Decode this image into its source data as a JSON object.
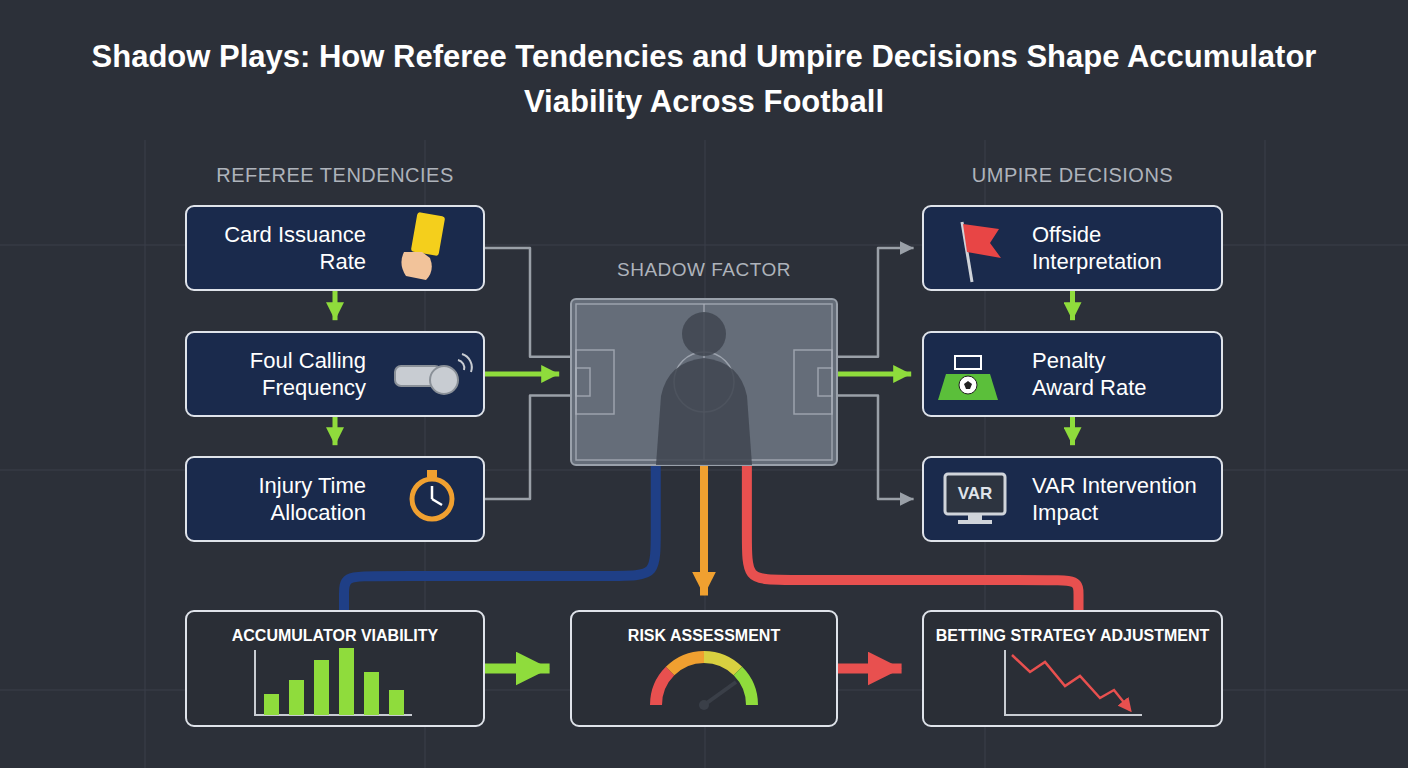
{
  "diagram": {
    "title": "Shadow Plays: How Referee Tendencies and Umpire Decisions Shape Accumulator Viability Across Football",
    "nodes": [
      {
        "text": [
          "Card Issuance Rate"
        ]
      },
      {
        "text": [
          "Foul Calling Frequency"
        ]
      },
      {
        "text": [
          "Injury Time Allocation"
        ]
      },
      {
        "text": [
          "SHADOW FACTOR"
        ]
      },
      {
        "text": [
          "Offside Interpretation"
        ]
      },
      {
        "text": [
          "Penalty Award Rate"
        ]
      },
      {
        "text": [
          "VAR Intervention Impact"
        ]
      },
      {
        "text": [
          "ACCUMULATOR VIABILITY"
        ]
      },
      {
        "text": [
          "RISK ASSESSMENT"
        ]
      },
      {
        "text": [
          "BETTING STRATEGY ADJUSTMENT"
        ]
      }
    ],
    "edges": [
      {
        "from": 0,
        "to": 1,
        "arrow": "to"
      },
      {
        "from": 1,
        "to": 2,
        "arrow": "to"
      },
      {
        "from": 0,
        "to": 3,
        "arrow": "none"
      },
      {
        "from": 1,
        "to": 3,
        "arrow": "to"
      },
      {
        "from": 2,
        "to": 3,
        "arrow": "none"
      },
      {
        "from": 3,
        "to": 4,
        "arrow": "to"
      },
      {
        "from": 3,
        "to": 5,
        "arrow": "to"
      },
      {
        "from": 3,
        "to": 6,
        "arrow": "to"
      },
      {
        "from": 4,
        "to": 5,
        "arrow": "to"
      },
      {
        "from": 5,
        "to": 6,
        "arrow": "to"
      },
      {
        "from": 3,
        "to": 7,
        "arrow": "none"
      },
      {
        "from": 3,
        "to": 8,
        "arrow": "to"
      },
      {
        "from": 3,
        "to": 9,
        "arrow": "none"
      },
      {
        "from": 7,
        "to": 8,
        "arrow": "to"
      },
      {
        "from": 8,
        "to": 9,
        "arrow": "to"
      }
    ],
    "labels": [
      "REFEREE TENDENCIES",
      "UMPIRE DECISIONS",
      "VAR"
    ]
  }
}
